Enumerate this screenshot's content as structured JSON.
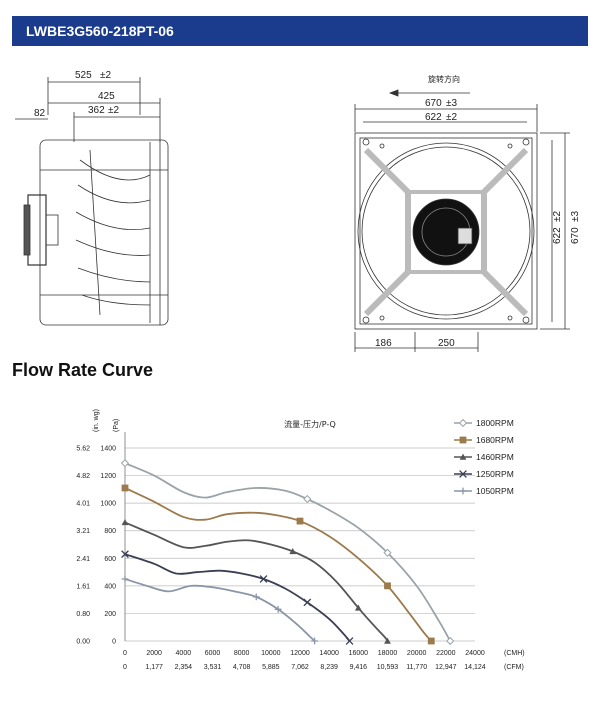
{
  "header": {
    "model": "LWBE3G560-218PT-06"
  },
  "side_view": {
    "dims": {
      "overall": "525",
      "overall_tol": "±2",
      "mid": "425",
      "inner": "362",
      "inner_tol": "±2",
      "left": "82"
    }
  },
  "front_view": {
    "rotation_label": "旋转方向",
    "dims": {
      "outer": "670",
      "outer_tol": "±3",
      "inner": "622",
      "inner_tol": "±2",
      "right_outer": "670",
      "right_outer_tol": "±3",
      "right_inner": "622",
      "right_inner_tol": "±2",
      "bottom_left": "186",
      "bottom_right": "250"
    }
  },
  "section": {
    "title": "Flow Rate Curve"
  },
  "chart_data": {
    "type": "line",
    "title": "流量-压力/P-Q",
    "y_unit_inwg": "(in. wg)",
    "y_unit_pa": "(Pa)",
    "x_unit_cmh": "(CMH)",
    "x_unit_cfm": "(CFM)",
    "yticks_pa": [
      "0",
      "200",
      "400",
      "600",
      "800",
      "1000",
      "1200",
      "1400"
    ],
    "yticks_inwg": [
      "0.00",
      "0.80",
      "1.61",
      "2.41",
      "3.21",
      "4.01",
      "4.82",
      "5.62"
    ],
    "xticks_cmh": [
      "0",
      "2000",
      "4000",
      "6000",
      "8000",
      "10000",
      "12000",
      "14000",
      "16000",
      "18000",
      "20000",
      "22000",
      "24000"
    ],
    "xticks_cfm": [
      "0",
      "1,177",
      "2,354",
      "3,531",
      "4,708",
      "5,885",
      "7,062",
      "8,239",
      "9,416",
      "10,593",
      "11,770",
      "12,947",
      "14,124"
    ],
    "xlim": [
      0,
      24000
    ],
    "ylim": [
      0,
      1400
    ],
    "grid": true,
    "legend_position": "top-right",
    "series": [
      {
        "name": "1800RPM",
        "color": "#9aa3a8",
        "marker": "diamond",
        "x": [
          0,
          2000,
          4000,
          5500,
          7000,
          9000,
          11000,
          12500,
          14000,
          16000,
          18000,
          20000,
          21500,
          22300
        ],
        "y": [
          1290,
          1200,
          1080,
          1040,
          1080,
          1110,
          1090,
          1030,
          950,
          820,
          640,
          400,
          150,
          0
        ]
      },
      {
        "name": "1680RPM",
        "color": "#9c7a4c",
        "marker": "square",
        "x": [
          0,
          2000,
          4000,
          5500,
          7000,
          9000,
          10500,
          12000,
          14000,
          16000,
          18000,
          19500,
          20500,
          21000
        ],
        "y": [
          1110,
          1010,
          900,
          880,
          920,
          930,
          910,
          870,
          760,
          600,
          400,
          200,
          60,
          0
        ]
      },
      {
        "name": "1460RPM",
        "color": "#555555",
        "marker": "triangle",
        "x": [
          0,
          2000,
          4000,
          5500,
          7000,
          8500,
          10000,
          11500,
          13000,
          14500,
          16000,
          17000,
          17800,
          18000
        ],
        "y": [
          860,
          770,
          680,
          690,
          720,
          730,
          700,
          650,
          570,
          430,
          240,
          120,
          30,
          0
        ]
      },
      {
        "name": "1250RPM",
        "color": "#3a3f52",
        "marker": "x",
        "x": [
          0,
          2000,
          3500,
          5000,
          6500,
          8000,
          9500,
          11000,
          12500,
          14000,
          15000,
          15400
        ],
        "y": [
          630,
          560,
          490,
          500,
          510,
          490,
          450,
          380,
          280,
          160,
          50,
          0
        ]
      },
      {
        "name": "1050RPM",
        "color": "#8a96a8",
        "marker": "plus",
        "x": [
          0,
          1500,
          3000,
          4500,
          6000,
          7500,
          9000,
          10500,
          11800,
          12700,
          13000
        ],
        "y": [
          450,
          400,
          360,
          400,
          390,
          360,
          320,
          230,
          120,
          30,
          0
        ]
      }
    ]
  }
}
